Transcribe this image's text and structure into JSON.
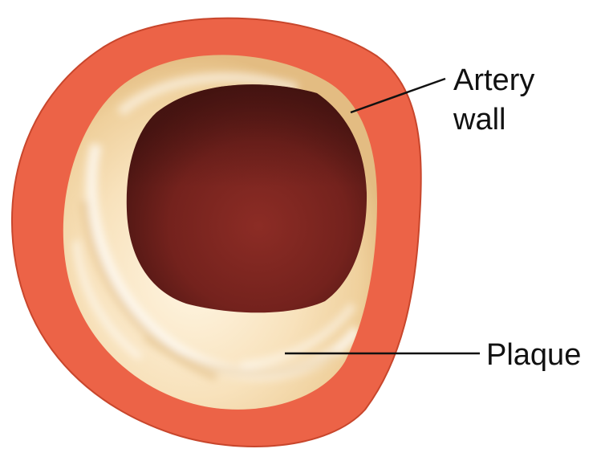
{
  "labels": {
    "artery_wall": [
      "Artery",
      "wall"
    ],
    "plaque": "Plaque"
  },
  "colors": {
    "artery_wall": "#EC6347",
    "artery_wall_edge": "#C8462C",
    "plaque_light": "#FDF0D6",
    "plaque_mid": "#F1D3A0",
    "plaque_shadow": "#D9B27A",
    "lumen_center": "#8A2A24",
    "lumen_edge": "#4E1613",
    "leader_line": "#111111"
  }
}
